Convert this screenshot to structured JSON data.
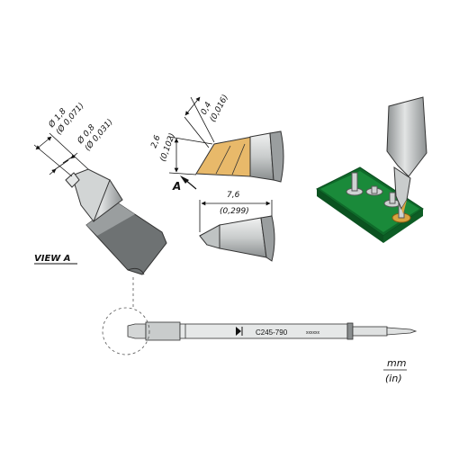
{
  "diagram": {
    "view_a_label": "VIEW A",
    "arrow_a_label": "A",
    "dimensions": {
      "outer_dia_mm": "Ø 1,8",
      "outer_dia_in": "(Ø 0,071)",
      "inner_dia_mm": "Ø 0,8",
      "inner_dia_in": "(Ø 0,031)",
      "bevel_height_mm": "2,6",
      "bevel_height_in": "(0,102)",
      "tip_thickness_mm": "0,4",
      "tip_thickness_in": "(0,016)",
      "length_mm": "7,6",
      "length_in": "(0,299)"
    },
    "cartridge_model": "C245-790",
    "cartridge_serial": "xxxxxx",
    "units_top": "mm",
    "units_bottom": "(in)"
  },
  "colors": {
    "tip_silver": "#c9cccc",
    "tip_dark": "#7b7f80",
    "bevel_gold": "#e8b96a",
    "pcb_green": "#1a8a3a",
    "pad_gold": "#d9a441"
  }
}
